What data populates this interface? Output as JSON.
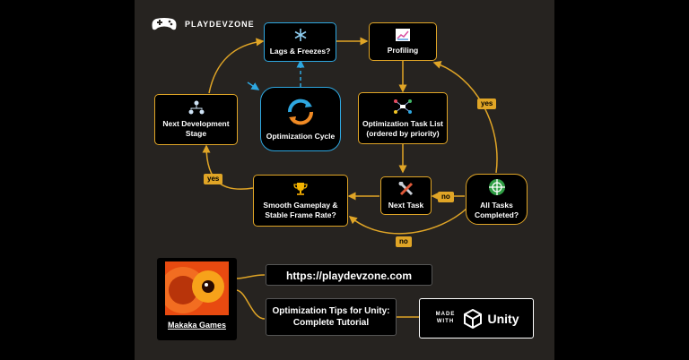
{
  "brand": {
    "name": "PLAYDEVZONE",
    "icon": "gamepad-icon"
  },
  "colors": {
    "accent": "#e0a526",
    "cycle_blue": "#2ea7e0",
    "background": "#262320"
  },
  "nodes": {
    "lags": {
      "label": "Lags & Freezes?",
      "icon": "snowflake-icon"
    },
    "profiling": {
      "label": "Profiling",
      "icon": "chart-icon"
    },
    "next_stage": {
      "label": "Next Development Stage",
      "icon": "hierarchy-icon"
    },
    "cycle": {
      "label": "Optimization Cycle",
      "icon": "cycle-arrows-icon"
    },
    "task_list": {
      "label": "Optimization Task List (ordered by priority)",
      "icon": "network-icon"
    },
    "smooth": {
      "label": "Smooth Gameplay & Stable Frame Rate?",
      "icon": "trophy-icon"
    },
    "next_task": {
      "label": "Next Task",
      "icon": "tools-icon"
    },
    "all_tasks": {
      "label": "All Tasks Completed?",
      "icon": "target-icon"
    }
  },
  "edge_labels": {
    "yes_right": "yes",
    "yes_left": "yes",
    "no_right": "no",
    "no_bottom": "no"
  },
  "footer": {
    "game_name": "Makaka Games",
    "url": "https://playdevzone.com",
    "tutorial": "Optimization Tips for Unity: Complete Tutorial",
    "unity_badge_small": "MADE WITH",
    "unity_badge_big": "Unity"
  }
}
